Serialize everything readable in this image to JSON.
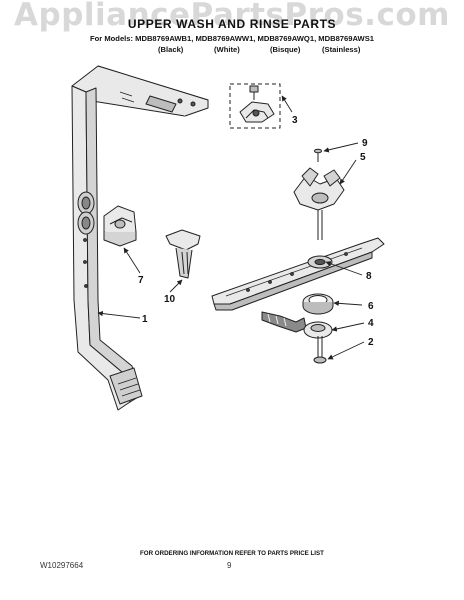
{
  "watermark": "AppliancePartsPros.com",
  "header": {
    "title": "UPPER WASH AND RINSE PARTS",
    "models": "For Models: MDB8769AWB1, MDB8769AWW1, MDB8769AWQ1, MDB8769AWS1",
    "finishes": [
      "(Black)",
      "(White)",
      "(Bisque)",
      "(Stainless)"
    ]
  },
  "callouts": [
    "1",
    "2",
    "3",
    "4",
    "5",
    "6",
    "7",
    "8",
    "9",
    "10"
  ],
  "footer": {
    "ordering": "FOR ORDERING INFORMATION REFER TO PARTS PRICE LIST",
    "doc_number": "W10297664",
    "page_number": "9"
  },
  "colors": {
    "line": "#222222",
    "part_fill": "#e9e9e9",
    "shade": "#bdbdbd",
    "dark": "#555555",
    "watermark": "#d8d8d8"
  }
}
